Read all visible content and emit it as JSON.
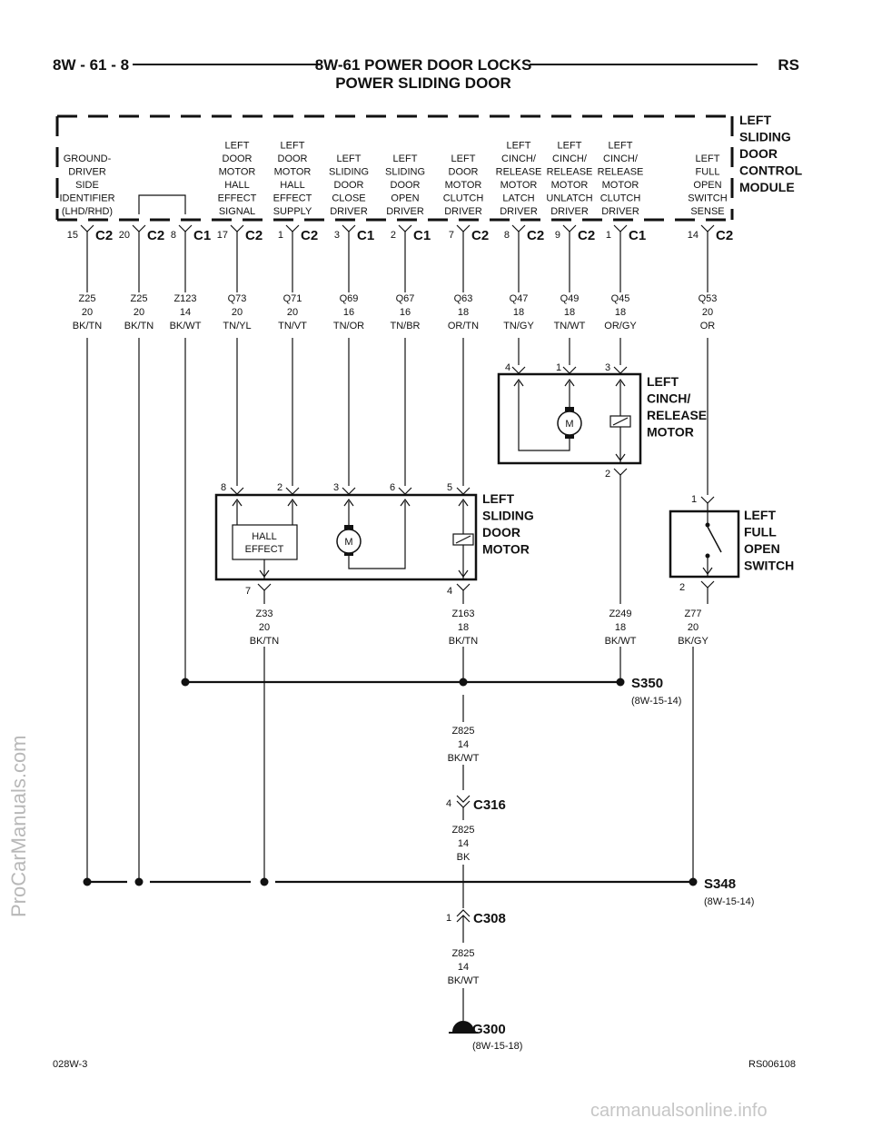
{
  "header": {
    "page_number": "8W - 61 - 8",
    "title_line1": "8W-61 POWER DOOR LOCKS",
    "title_line2": "POWER SLIDING DOOR",
    "model": "RS"
  },
  "module": {
    "name": [
      "LEFT",
      "SLIDING",
      "DOOR",
      "CONTROL",
      "MODULE"
    ],
    "pins": [
      {
        "label": [
          "GROUND-",
          "DRIVER",
          "SIDE",
          "IDENTIFIER",
          "(LHD/RHD)"
        ],
        "pin": "15",
        "conn": "C2"
      },
      {
        "label": [],
        "pin": "20",
        "conn": "C2"
      },
      {
        "label": [],
        "pin": "8",
        "conn": "C1"
      },
      {
        "label": [
          "LEFT",
          "DOOR",
          "MOTOR",
          "HALL",
          "EFFECT",
          "SIGNAL"
        ],
        "pin": "17",
        "conn": "C2"
      },
      {
        "label": [
          "LEFT",
          "DOOR",
          "MOTOR",
          "HALL",
          "EFFECT",
          "SUPPLY"
        ],
        "pin": "1",
        "conn": "C2"
      },
      {
        "label": [
          "LEFT",
          "SLIDING",
          "DOOR",
          "CLOSE",
          "DRIVER"
        ],
        "pin": "3",
        "conn": "C1"
      },
      {
        "label": [
          "LEFT",
          "SLIDING",
          "DOOR",
          "OPEN",
          "DRIVER"
        ],
        "pin": "2",
        "conn": "C1"
      },
      {
        "label": [
          "LEFT",
          "DOOR",
          "MOTOR",
          "CLUTCH",
          "DRIVER"
        ],
        "pin": "7",
        "conn": "C2"
      },
      {
        "label": [
          "LEFT",
          "CINCH/",
          "RELEASE",
          "MOTOR",
          "LATCH",
          "DRIVER"
        ],
        "pin": "8",
        "conn": "C2"
      },
      {
        "label": [
          "LEFT",
          "CINCH/",
          "RELEASE",
          "MOTOR",
          "UNLATCH",
          "DRIVER"
        ],
        "pin": "9",
        "conn": "C2"
      },
      {
        "label": [
          "LEFT",
          "CINCH/",
          "RELEASE",
          "MOTOR",
          "CLUTCH",
          "DRIVER"
        ],
        "pin": "1",
        "conn": "C1"
      },
      {
        "label": [
          "LEFT",
          "FULL",
          "OPEN",
          "SWITCH",
          "SENSE"
        ],
        "pin": "14",
        "conn": "C2"
      }
    ]
  },
  "wires_top": [
    {
      "circuit": "Z25",
      "gauge": "20",
      "color": "BK/TN"
    },
    {
      "circuit": "Z25",
      "gauge": "20",
      "color": "BK/TN"
    },
    {
      "circuit": "Z123",
      "gauge": "14",
      "color": "BK/WT"
    },
    {
      "circuit": "Q73",
      "gauge": "20",
      "color": "TN/YL"
    },
    {
      "circuit": "Q71",
      "gauge": "20",
      "color": "TN/VT"
    },
    {
      "circuit": "Q69",
      "gauge": "16",
      "color": "TN/OR"
    },
    {
      "circuit": "Q67",
      "gauge": "16",
      "color": "TN/BR"
    },
    {
      "circuit": "Q63",
      "gauge": "18",
      "color": "OR/TN"
    },
    {
      "circuit": "Q47",
      "gauge": "18",
      "color": "TN/GY"
    },
    {
      "circuit": "Q49",
      "gauge": "18",
      "color": "TN/WT"
    },
    {
      "circuit": "Q45",
      "gauge": "18",
      "color": "OR/GY"
    },
    {
      "circuit": "Q53",
      "gauge": "20",
      "color": "OR"
    }
  ],
  "cinch_motor": {
    "name": [
      "LEFT",
      "CINCH/",
      "RELEASE",
      "MOTOR"
    ],
    "pins_top": [
      "4",
      "1",
      "3"
    ],
    "pin_bottom": "2",
    "motor_symbol": "M"
  },
  "door_motor": {
    "name": [
      "LEFT",
      "SLIDING",
      "DOOR",
      "MOTOR"
    ],
    "pins_top": [
      "8",
      "2",
      "3",
      "6",
      "5"
    ],
    "pins_bottom": [
      "7",
      "4"
    ],
    "hall_label": [
      "HALL",
      "EFFECT"
    ],
    "motor_symbol": "M"
  },
  "full_open_switch": {
    "name": [
      "LEFT",
      "FULL",
      "OPEN",
      "SWITCH"
    ],
    "pin_top": "1",
    "pin_bottom": "2"
  },
  "wires_bottom": [
    {
      "circuit": "Z33",
      "gauge": "20",
      "color": "BK/TN"
    },
    {
      "circuit": "Z163",
      "gauge": "18",
      "color": "BK/TN"
    },
    {
      "circuit": "Z249",
      "gauge": "18",
      "color": "BK/WT"
    },
    {
      "circuit": "Z77",
      "gauge": "20",
      "color": "BK/GY"
    }
  ],
  "splice_s350": {
    "name": "S350",
    "ref": "(8W-15-14)"
  },
  "wire_z825_a": {
    "circuit": "Z825",
    "gauge": "14",
    "color": "BK/WT"
  },
  "c316": {
    "name": "C316",
    "pin": "4"
  },
  "wire_z825_b": {
    "circuit": "Z825",
    "gauge": "14",
    "color": "BK"
  },
  "splice_s348": {
    "name": "S348",
    "ref": "(8W-15-14)"
  },
  "c308": {
    "name": "C308",
    "pin": "1"
  },
  "wire_z825_c": {
    "circuit": "Z825",
    "gauge": "14",
    "color": "BK/WT"
  },
  "ground_g300": {
    "name": "G300",
    "ref": "(8W-15-18)"
  },
  "footer": {
    "left": "028W-3",
    "right": "RS006108"
  },
  "watermarks": {
    "side": "ProCarManuals.com",
    "bottom": "carmanualsonline.info"
  }
}
